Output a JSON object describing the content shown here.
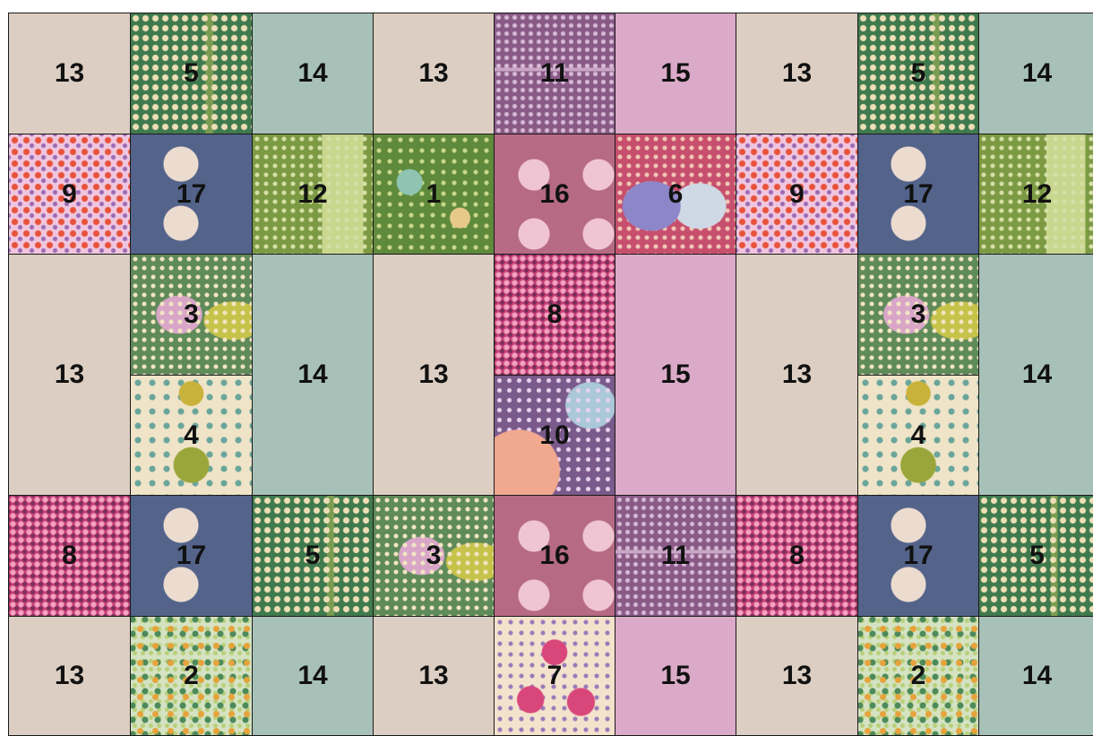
{
  "quilt": {
    "rows": [
      [
        "13",
        "5",
        "14",
        "13",
        "11",
        "15",
        "13",
        "5",
        "14"
      ],
      [
        "9",
        "17",
        "12",
        "1",
        "16",
        "6",
        "9",
        "17",
        "12"
      ],
      [
        "13",
        "3",
        "14",
        "13",
        "8",
        "15",
        "13",
        "3",
        "14"
      ],
      [
        "4",
        "10",
        "4"
      ],
      [
        "8",
        "17",
        "5",
        "3",
        "16",
        "11",
        "8",
        "17",
        "5"
      ],
      [
        "13",
        "2",
        "14",
        "13",
        "7",
        "15",
        "13",
        "2",
        "14"
      ]
    ]
  }
}
